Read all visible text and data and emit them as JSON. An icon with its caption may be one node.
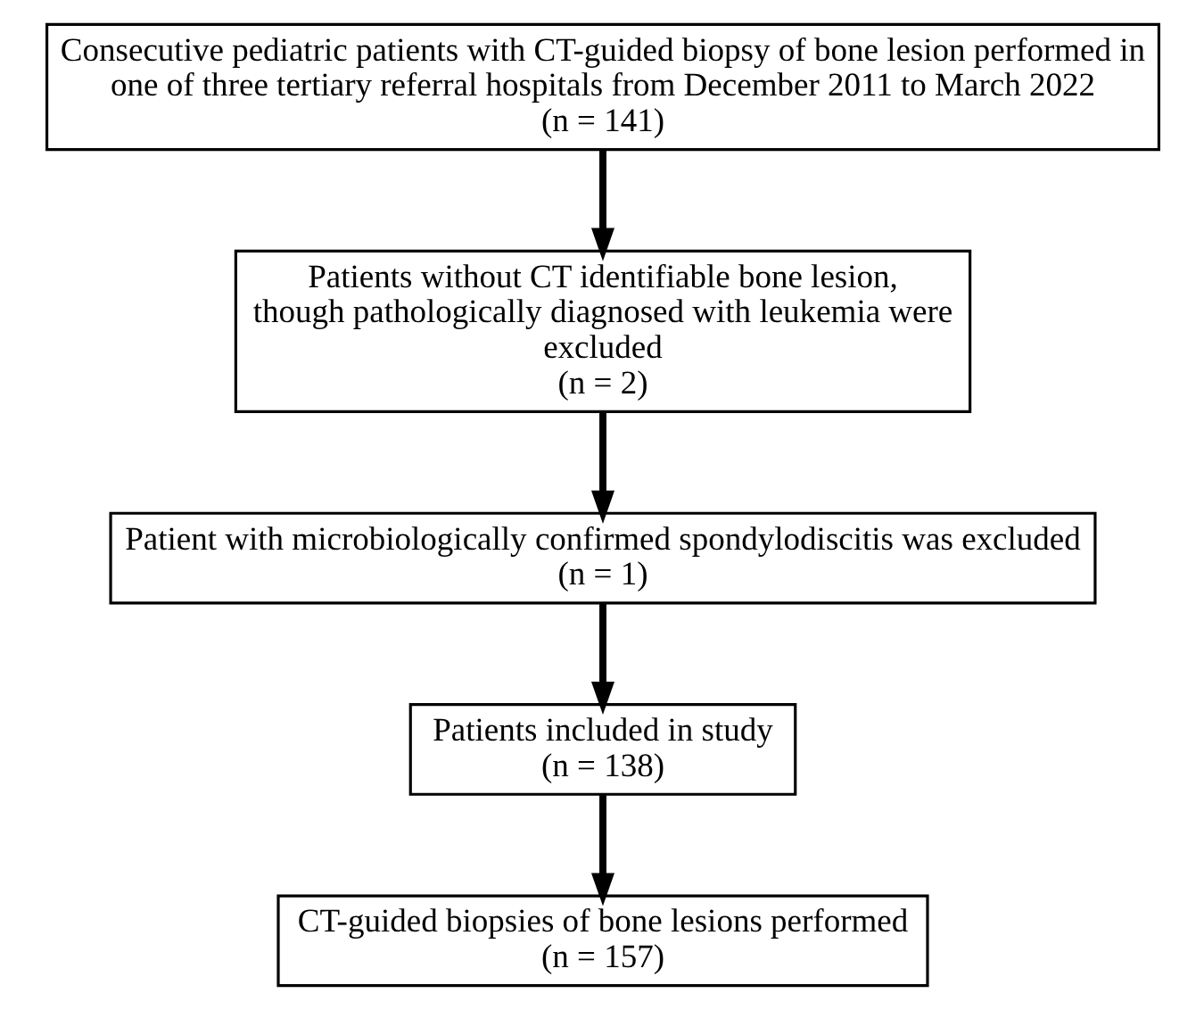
{
  "diagram": {
    "nodes": [
      {
        "text": [
          "Consecutive pediatric patients with CT-guided biopsy of bone lesion performed in one of three tertiary referral hospitals from December 2011 to March 2022",
          "(n = 141)"
        ]
      },
      {
        "text": [
          "Patients without CT identifiable bone lesion, though pathologically diagnosed with leukemia were excluded",
          "(n = 2)"
        ]
      },
      {
        "text": [
          "Patient with microbiologically confirmed spondylodiscitis was excluded",
          "(n = 1)"
        ]
      },
      {
        "text": [
          "Patients included in study",
          "(n = 138)"
        ]
      },
      {
        "text": [
          "CT-guided biopsies of bone lesions performed",
          "(n = 157)"
        ]
      }
    ],
    "edges": [
      {
        "from": 0,
        "to": 1,
        "arrow": "to"
      },
      {
        "from": 1,
        "to": 2,
        "arrow": "to"
      },
      {
        "from": 2,
        "to": 3,
        "arrow": "to"
      },
      {
        "from": 3,
        "to": 4,
        "arrow": "to"
      }
    ]
  }
}
